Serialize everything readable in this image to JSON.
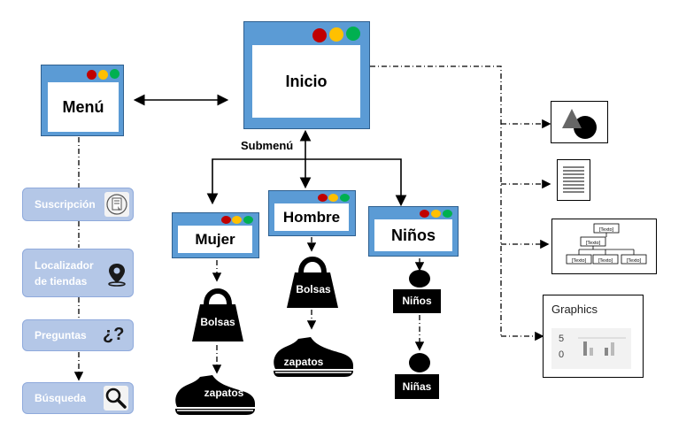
{
  "windows": {
    "inicio": "Inicio",
    "menu": "Menú",
    "mujer": "Mujer",
    "hombre": "Hombre",
    "ninos": "Niños"
  },
  "submenu_label": "Submenú",
  "sidebar": {
    "items": [
      {
        "label": "Suscripción",
        "icon": "subscription-form-icon"
      },
      {
        "label_line1": "Localizador",
        "label_line2": "de tiendas",
        "icon": "map-pin-icon"
      },
      {
        "label": "Preguntas",
        "icon_text": "¿?"
      },
      {
        "label": "Búsqueda",
        "icon": "magnifier-icon"
      }
    ]
  },
  "products": {
    "bolsas": "Bolsas",
    "zapatos": "zapatos",
    "ninos_child": "Niños",
    "ninas_child": "Niñas"
  },
  "right_panel": {
    "org_box_text": "[Texto]",
    "graphics_title": "Graphics",
    "graphics_y_high": "5",
    "graphics_y_low": "0"
  },
  "colors": {
    "window_frame": "#5b9bd5",
    "sidebar_button": "#b4c7e7",
    "dot_red": "#c00000",
    "dot_yellow": "#ffc000",
    "dot_green": "#00b050"
  }
}
